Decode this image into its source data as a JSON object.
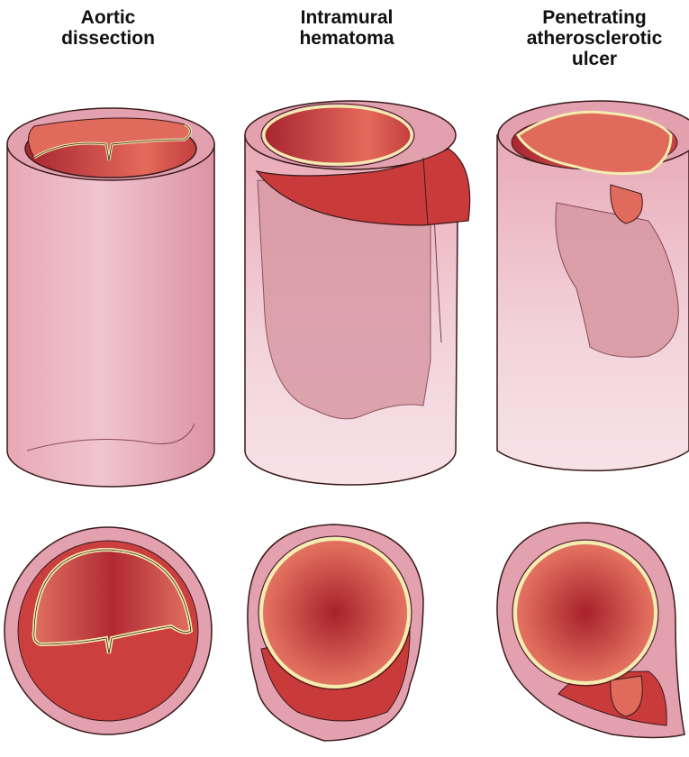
{
  "columns": [
    {
      "title_lines": [
        "Aortic",
        "dissection"
      ]
    },
    {
      "title_lines": [
        "Intramural",
        "hematoma"
      ]
    },
    {
      "title_lines": [
        "Penetrating",
        "atherosclerotic",
        "ulcer"
      ]
    }
  ],
  "colors": {
    "adventitia": "#e3a1b0",
    "vessel_light": "#f2d4dc",
    "lumen_dark": "#b52c33",
    "lumen_light": "#e06858",
    "false_lumen": "#c93a3a",
    "intima": "#f3eeb0",
    "hematoma": "#d8888f",
    "outline": "#3a1a1a"
  }
}
